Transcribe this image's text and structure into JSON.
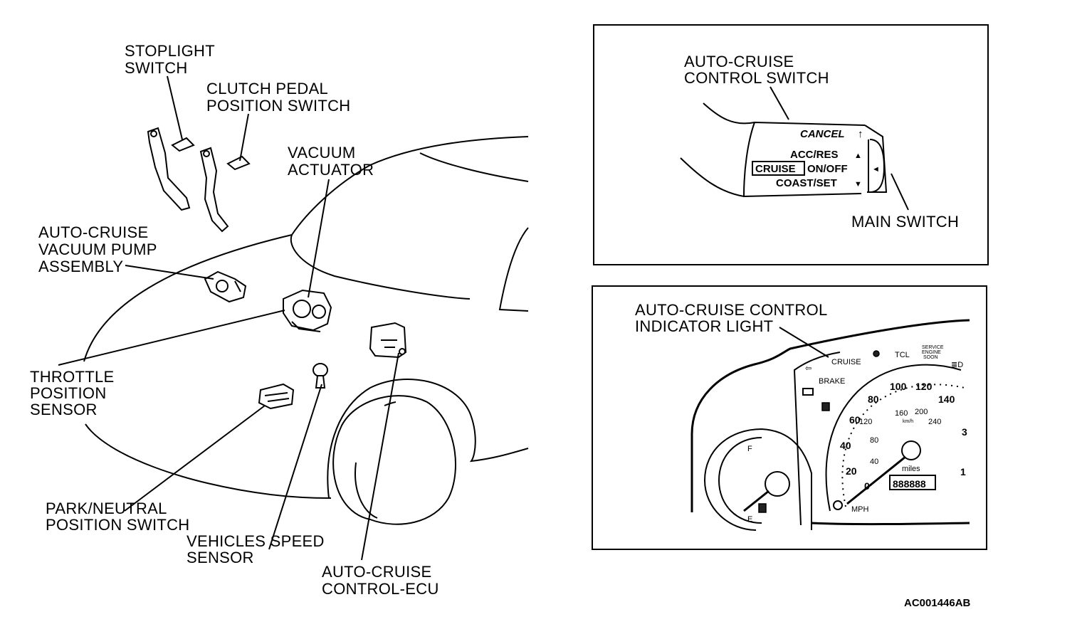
{
  "left_labels": {
    "stoplight_switch": [
      "STOPLIGHT",
      "SWITCH"
    ],
    "clutch_pedal_position_switch": [
      "CLUTCH PEDAL",
      "POSITION SWITCH"
    ],
    "vacuum_actuator": [
      "VACUUM",
      "ACTUATOR"
    ],
    "vacuum_pump_assembly": [
      "AUTO-CRUISE",
      "VACUUM PUMP",
      "ASSEMBLY"
    ],
    "throttle_position_sensor": [
      "THROTTLE",
      "POSITION",
      "SENSOR"
    ],
    "park_neutral_position_switch": [
      "PARK/NEUTRAL",
      "POSITION SWITCH"
    ],
    "vehicles_speed_sensor": [
      "VEHICLES SPEED",
      "SENSOR"
    ],
    "auto_cruise_control_ecu": [
      "AUTO-CRUISE",
      "CONTROL-ECU"
    ]
  },
  "switch_panel": {
    "title": [
      "AUTO-CRUISE",
      "CONTROL SWITCH"
    ],
    "cancel": "CANCEL",
    "acc_res": "ACC/RES",
    "cruise": "CRUISE",
    "on_off": "ON/OFF",
    "coast_set": "COAST/SET",
    "main_switch": "MAIN SWITCH"
  },
  "indicator_panel": {
    "title": [
      "AUTO-CRUISE CONTROL",
      "INDICATOR LIGHT"
    ],
    "cruise": "CRUISE",
    "brake": "BRAKE",
    "tcl": "TCL",
    "service_engine": [
      "SERVICE",
      "ENGINE",
      "SOON"
    ],
    "mph_ticks": [
      "0",
      "20",
      "40",
      "60",
      "80",
      "100",
      "120",
      "140"
    ],
    "kmh_ticks": [
      "40",
      "80",
      "120",
      "160",
      "200",
      "240"
    ],
    "kmh_unit": "km/h",
    "miles_unit": "miles",
    "mph_unit": "MPH",
    "odometer": "888888",
    "fuel_f": "F",
    "fuel_e": "E",
    "right_edge_digits": [
      "3",
      "1"
    ]
  },
  "figure_code": "AC001446AB"
}
